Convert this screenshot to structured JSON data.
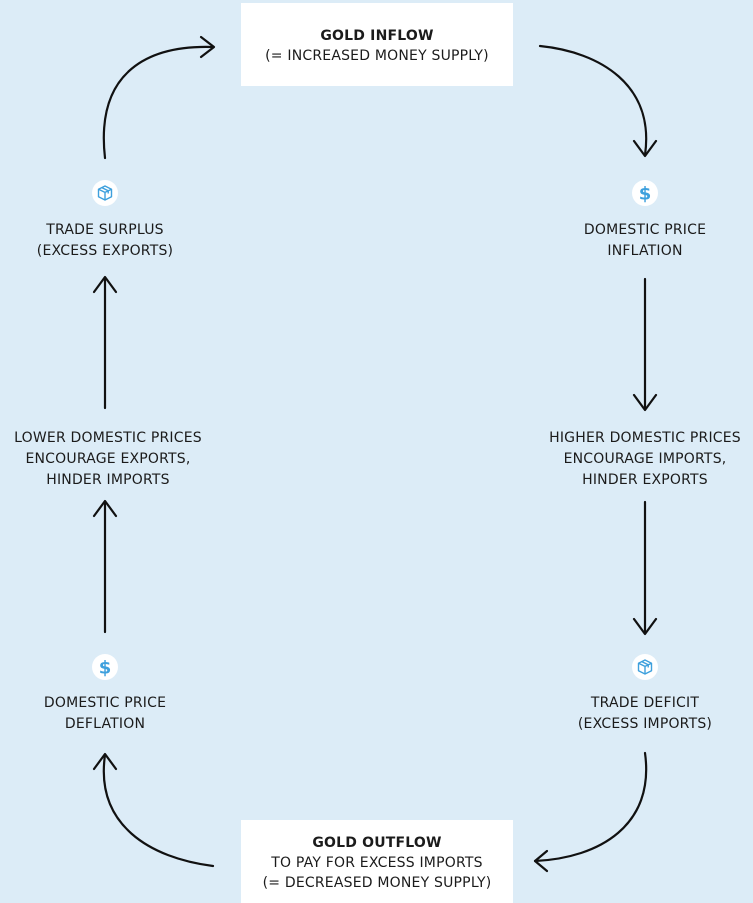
{
  "nodes": {
    "gold_inflow": {
      "title": "GOLD INFLOW",
      "line2": "(= INCREASED MONEY SUPPLY)"
    },
    "inflation": {
      "line1": "DOMESTIC PRICE",
      "line2": "INFLATION"
    },
    "higher_prices": {
      "line1": "HIGHER DOMESTIC PRICES",
      "line2": "ENCOURAGE IMPORTS,",
      "line3": "HINDER EXPORTS"
    },
    "trade_deficit": {
      "line1": "TRADE DEFICIT",
      "line2": "(EXCESS IMPORTS)"
    },
    "gold_outflow": {
      "title": "GOLD OUTFLOW",
      "line2": "TO PAY FOR EXCESS IMPORTS",
      "line3": "(= DECREASED MONEY SUPPLY)"
    },
    "deflation": {
      "line1": "DOMESTIC PRICE",
      "line2": "DEFLATION"
    },
    "lower_prices": {
      "line1": "LOWER DOMESTIC PRICES",
      "line2": "ENCOURAGE EXPORTS,",
      "line3": "HINDER IMPORTS"
    },
    "trade_surplus": {
      "line1": "TRADE SURPLUS",
      "line2": "(EXCESS EXPORTS)"
    }
  },
  "icons": {
    "trade_surplus": "box-icon",
    "inflation": "dollar-icon",
    "deflation": "dollar-icon",
    "trade_deficit": "box-icon"
  },
  "colors": {
    "background": "#dcecf7",
    "box": "#ffffff",
    "icon": "#3ea0dd",
    "arrow": "#111111"
  }
}
